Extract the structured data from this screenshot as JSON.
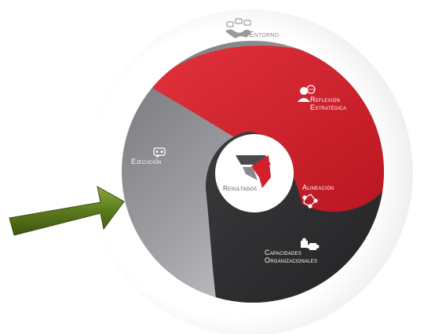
{
  "labels": {
    "entorno": "Entorno",
    "reflexion_line1": "Reflexión",
    "reflexion_line2": "Estratégica",
    "ejecucion": "Ejecución",
    "resultados": "Resultados",
    "alineacion": "Alineación",
    "capacidades_line1": "Capacidades",
    "capacidades_line2": "Organizacionales"
  },
  "colors": {
    "red": "#d4202e",
    "dark": "#2f2f31",
    "gray": "#8d8e91",
    "arrow_green": "#5e7a1e",
    "environment_ring": "#f7f7f7"
  },
  "icons": [
    "world-map-speech-icon",
    "strategy-person-globe-icon",
    "execution-chat-icon",
    "resultados-logo-icon",
    "alignment-network-icon",
    "puzzle-pieces-icon",
    "green-pointer-arrow"
  ]
}
